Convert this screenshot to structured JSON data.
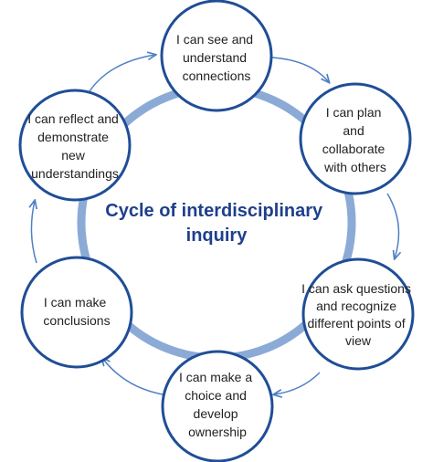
{
  "diagram": {
    "title_lines": [
      "Cycle of interdisciplinary",
      "inquiry"
    ],
    "nodes": [
      {
        "lines": [
          "I can see and",
          "understand",
          "connections"
        ]
      },
      {
        "lines": [
          "I can plan",
          "and",
          "collaborate",
          "with others"
        ]
      },
      {
        "lines": [
          "I can ask questions",
          "and recognize",
          "different points of",
          "view"
        ]
      },
      {
        "lines": [
          "I can make a",
          "choice and",
          "develop",
          "ownership"
        ]
      },
      {
        "lines": [
          "I can make",
          "conclusions"
        ]
      },
      {
        "lines": [
          "I can reflect and",
          "demonstrate",
          "new",
          "understandings"
        ]
      }
    ]
  },
  "colors": {
    "node_stroke": "#1f4e96",
    "ring": "#8caad6",
    "arrow": "#4f7fc6",
    "title": "#1f3f8c",
    "text": "#222222"
  }
}
